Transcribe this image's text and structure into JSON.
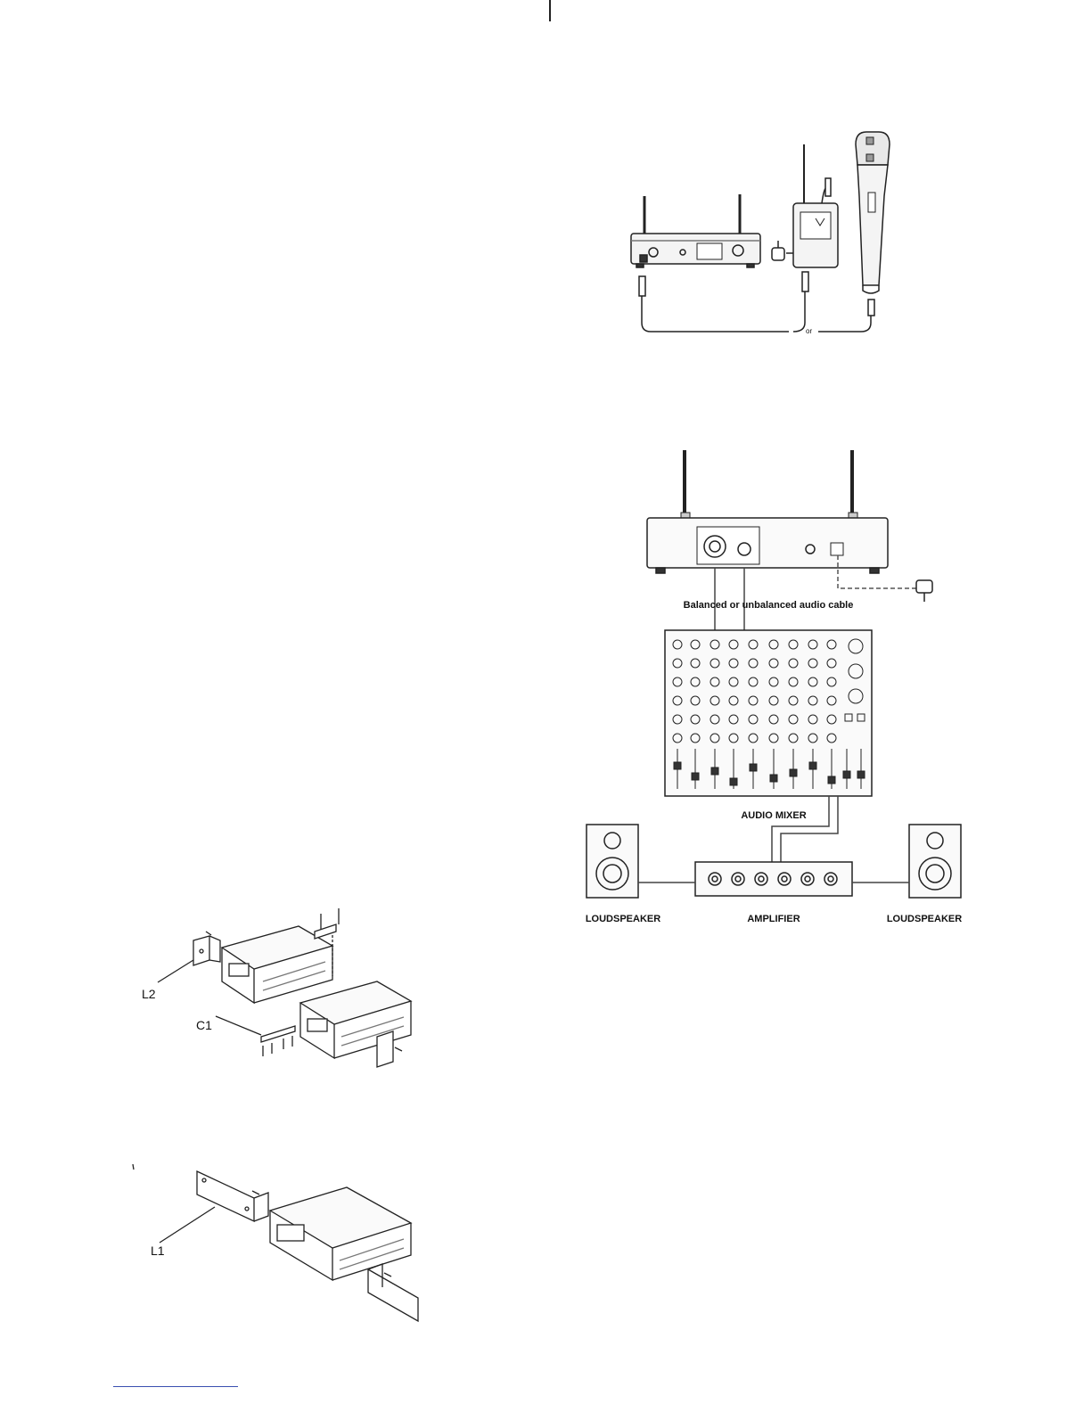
{
  "connection_diagram": {
    "or_text": "or"
  },
  "mixer_diagram": {
    "cable_label": "Balanced or unbalanced audio cable",
    "mixer_label": "AUDIO MIXER",
    "amplifier_label": "AMPLIFIER",
    "left_speaker_label": "LOUDSPEAKER",
    "right_speaker_label": "LOUDSPEAKER"
  },
  "rack_dual": {
    "label_l2": "L2",
    "label_c1": "C1"
  },
  "rack_single": {
    "label_l1": "L1"
  }
}
